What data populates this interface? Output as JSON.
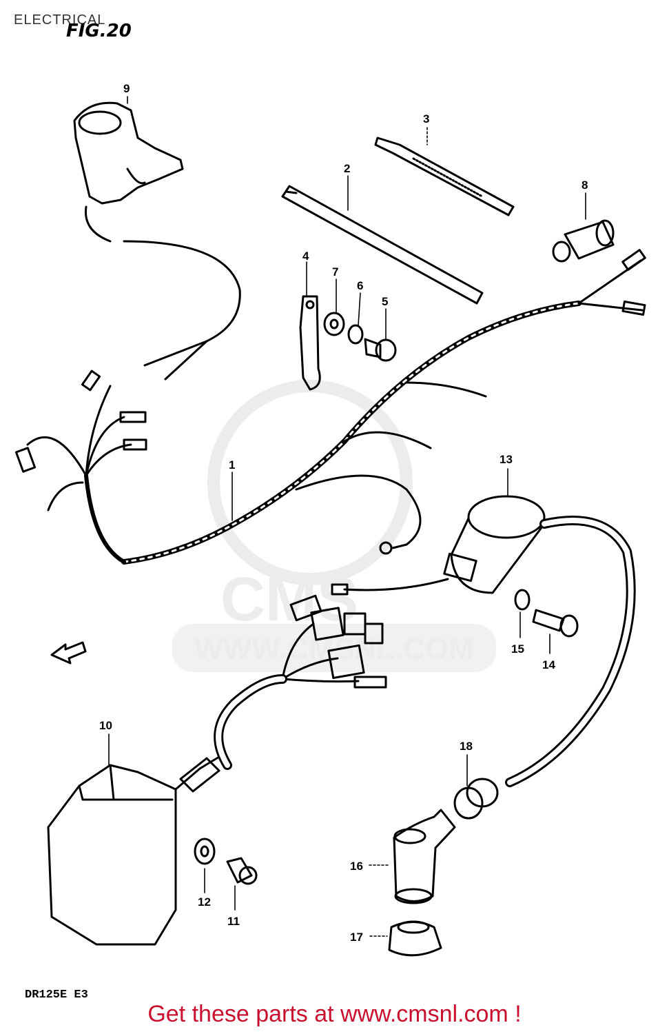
{
  "header": {
    "title": "ELECTRICAL",
    "figure": "FIG.20"
  },
  "watermark": {
    "logo_text": "CMS",
    "url_text": "WWW.CMSNL.COM"
  },
  "footer": {
    "model": "DR125E E3",
    "promo": "Get these parts at www.cmsnl.com !"
  },
  "callouts": {
    "c1": "1",
    "c2": "2",
    "c3": "3",
    "c4": "4",
    "c5": "5",
    "c6": "6",
    "c7": "7",
    "c8": "8",
    "c9": "9",
    "c10": "10",
    "c11": "11",
    "c12": "12",
    "c13": "13",
    "c14": "14",
    "c15": "15",
    "c16": "16",
    "c17": "17",
    "c18": "18"
  }
}
